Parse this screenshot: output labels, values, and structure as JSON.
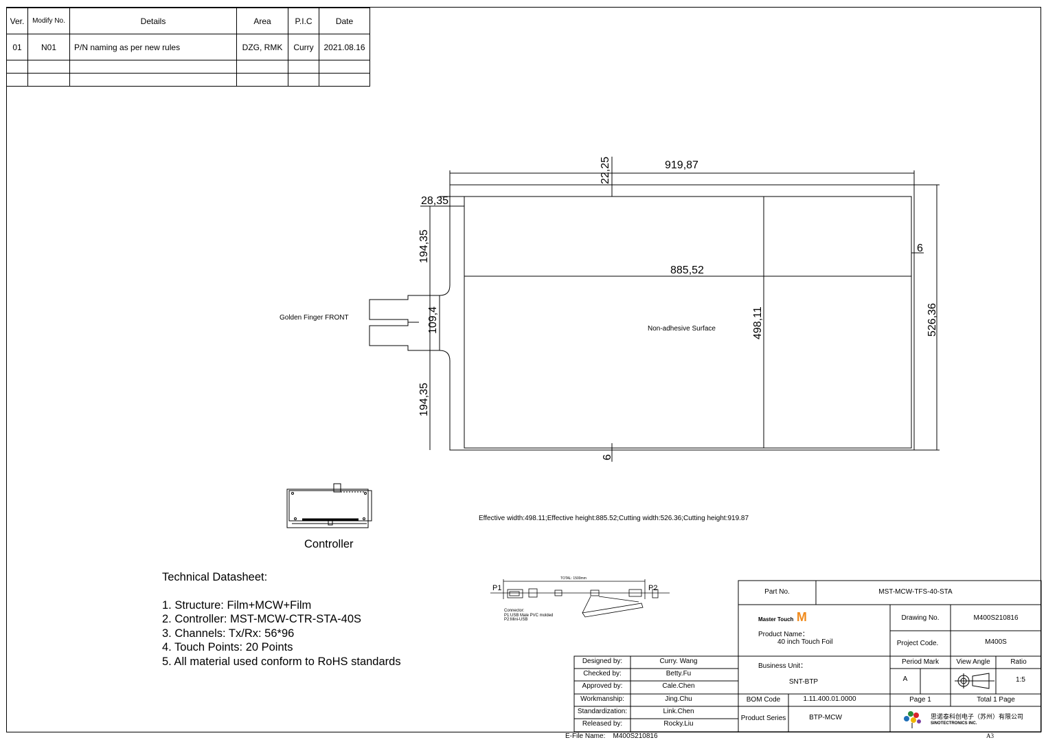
{
  "revision_table": {
    "headers": [
      "Ver.",
      "Modify No.",
      "Details",
      "Area",
      "P.I.C",
      "Date"
    ],
    "rows": [
      [
        "01",
        "N01",
        "P/N naming as per new rules",
        "DZG, RMK",
        "Curry",
        "2021.08.16"
      ]
    ]
  },
  "drawing": {
    "dim_top_offset": "22,25",
    "dim_cutting_height": "919,87",
    "dim_tail_width": "28,35",
    "dim_upper": "194,35",
    "dim_tail": "109,4",
    "dim_lower": "194,35",
    "dim_effective_height": "885,52",
    "dim_effective_width": "498,11",
    "dim_cutting_width": "526,36",
    "dim_margin_right": "6",
    "dim_margin_bottom": "6",
    "golden_finger_label": "Golden Finger FRONT",
    "surface_label": "Non-adhesive Surface",
    "summary": "Effective width:498.11;Effective height:885.52;Cutting width:526.36;Cutting height:919.87",
    "controller_label": "Controller"
  },
  "cable": {
    "p1": "P1",
    "p2": "P2",
    "total": "TOTAL: 1500mm",
    "note_title": "Connector:",
    "note_p1": "P1:USB Male PVC molded",
    "note_p2": "P2:Mini-USB"
  },
  "datasheet": {
    "title": "Technical Datasheet:",
    "items": [
      "1. Structure: Film+MCW+Film",
      "2. Controller: MST-MCW-CTR-STA-40S",
      "3. Channels: Tx/Rx: 56*96",
      "4. Touch Points: 20 Points",
      "5. All material used conform to RoHS standards"
    ]
  },
  "signoff": [
    {
      "role": "Designed by:",
      "name": "Curry. Wang"
    },
    {
      "role": "Checked by:",
      "name": "Betty.Fu"
    },
    {
      "role": "Approved by:",
      "name": "Cale.Chen"
    },
    {
      "role": "Workmanship:",
      "name": "Jing.Chu"
    },
    {
      "role": "Standardization:",
      "name": "Link.Chen"
    },
    {
      "role": "Released by:",
      "name": "Rocky.Liu"
    }
  ],
  "title_block": {
    "part_no_label": "Part No.",
    "part_no": "MST-MCW-TFS-40-STA",
    "brand_text": "Master Touch",
    "brand_mark": "M",
    "product_name_label": "Product Name：",
    "product_name": "40 inch Touch Foil",
    "drawing_no_label": "Drawing No.",
    "drawing_no": "M400S210816",
    "project_code_label": "Project Code.",
    "project_code": "M400S",
    "business_unit_label": "Business Unit：",
    "business_unit": "SNT-BTP",
    "period_mark_label": "Period Mark",
    "period_mark": "A",
    "view_angle_label": "View Angle",
    "ratio_label": "Ratio",
    "ratio": "1:5",
    "bom_code_label": "BOM Code",
    "bom_code": "1.11.400.01.0000",
    "page": "Page 1",
    "total_pages": "Total 1 Page",
    "product_series_label": "Product Series",
    "product_series": "BTP-MCW",
    "company_cn": "思诺泰科创电子（苏州）有限公司",
    "company_en": "SINOTECTRONICS INC.",
    "efile_label": "E-File Name:",
    "efile": "M400S210816",
    "sheet_size": "A3"
  }
}
